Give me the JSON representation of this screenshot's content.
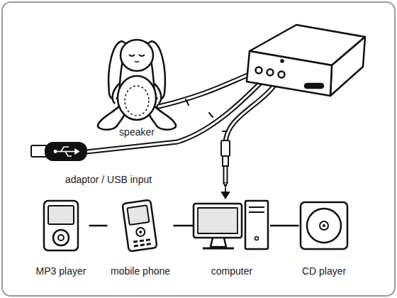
{
  "diagram": {
    "nodes": [
      {
        "text": [
          "speaker"
        ]
      },
      {
        "text": [
          "adaptor / USB input"
        ]
      },
      {
        "text": [
          "MP3 player"
        ]
      },
      {
        "text": [
          "mobile phone"
        ]
      },
      {
        "text": [
          "computer"
        ]
      },
      {
        "text": [
          "CD player"
        ]
      }
    ],
    "edges": [
      {
        "from": 2,
        "to": 3,
        "arrow": "none"
      },
      {
        "from": 3,
        "to": 4,
        "arrow": "none"
      },
      {
        "from": 4,
        "to": 5,
        "arrow": "none"
      }
    ]
  }
}
